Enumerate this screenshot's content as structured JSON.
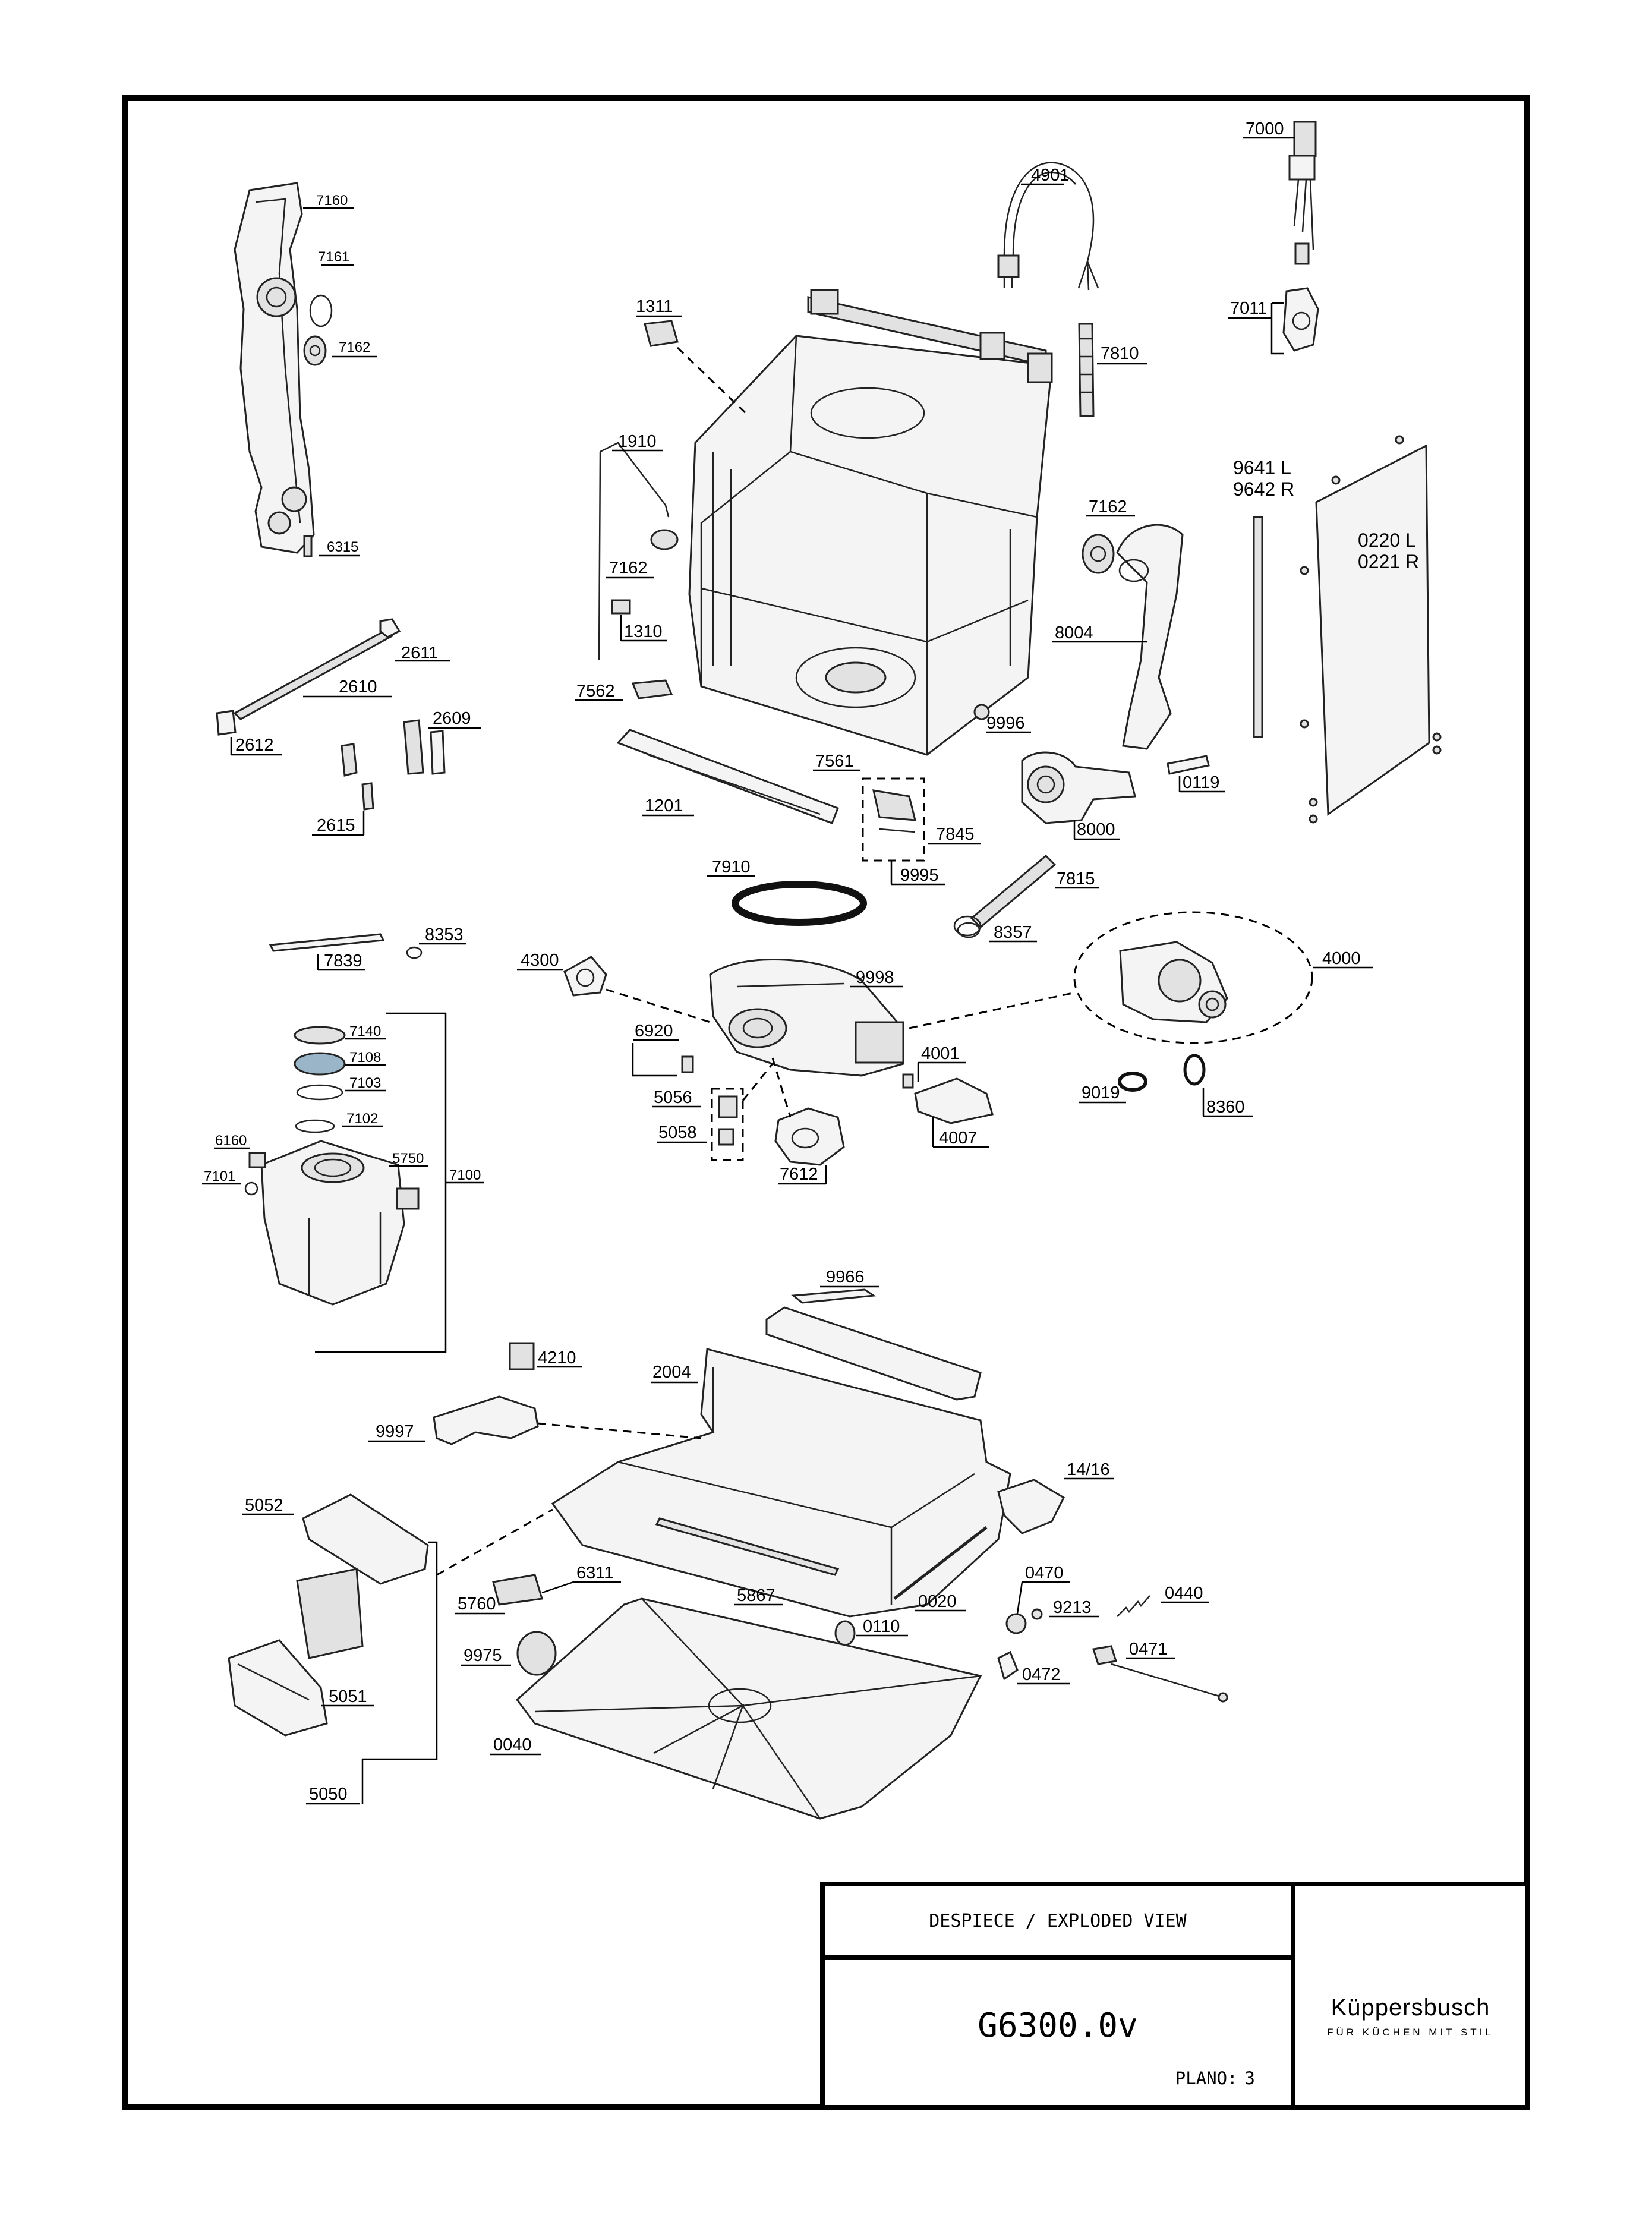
{
  "title_block": {
    "header": "DESPIECE / EXPLODED VIEW",
    "model": "G6300.0v",
    "plano_label": "PLANO:",
    "plano_number": "3",
    "brand": "Küppersbusch",
    "tagline": "FÜR KÜCHEN MIT STIL"
  },
  "parts": {
    "p7160": "7160",
    "p7161": "7161",
    "p7162a": "7162",
    "p6315": "6315",
    "p2611": "2611",
    "p2610": "2610",
    "p2609": "2609",
    "p2612": "2612",
    "p2615": "2615",
    "p4901": "4901",
    "p7000": "7000",
    "p7011": "7011",
    "p7810": "7810",
    "p1311": "1311",
    "p1910": "1910",
    "p7162b": "7162",
    "p1310": "1310",
    "p7562": "7562",
    "p9641": "9641 L",
    "p9642": "9642 R",
    "p0220": "0220 L",
    "p0221": "0221 R",
    "p7162c": "7162",
    "p8004": "8004",
    "p9996": "9996",
    "p0119": "0119",
    "p7561": "7561",
    "p1201": "1201",
    "p7845": "7845",
    "p8000": "8000",
    "p9995": "9995",
    "p7910": "7910",
    "p7815": "7815",
    "p8357": "8357",
    "p7839": "7839",
    "p8353": "8353",
    "p4300": "4300",
    "p9998": "9998",
    "p4000": "4000",
    "p6920": "6920",
    "p4001": "4001",
    "p5056": "5056",
    "p9019": "9019",
    "p8360": "8360",
    "p5058": "5058",
    "p4007": "4007",
    "p7612": "7612",
    "p7140": "7140",
    "p7108": "7108",
    "p7103": "7103",
    "p7102": "7102",
    "p6160": "6160",
    "p5750": "5750",
    "p7101": "7101",
    "p7100": "7100",
    "p9966": "9966",
    "p4210": "4210",
    "p2004": "2004",
    "p9997": "9997",
    "p1416": "14/16",
    "p5052": "5052",
    "p6311": "6311",
    "p5760": "5760",
    "p5867": "5867",
    "p0020": "0020",
    "p0470": "0470",
    "p9213": "9213",
    "p0440": "0440",
    "p0110": "0110",
    "p0471": "0471",
    "p9975": "9975",
    "p5051": "5051",
    "p0472": "0472",
    "p0040": "0040",
    "p5050": "5050"
  }
}
